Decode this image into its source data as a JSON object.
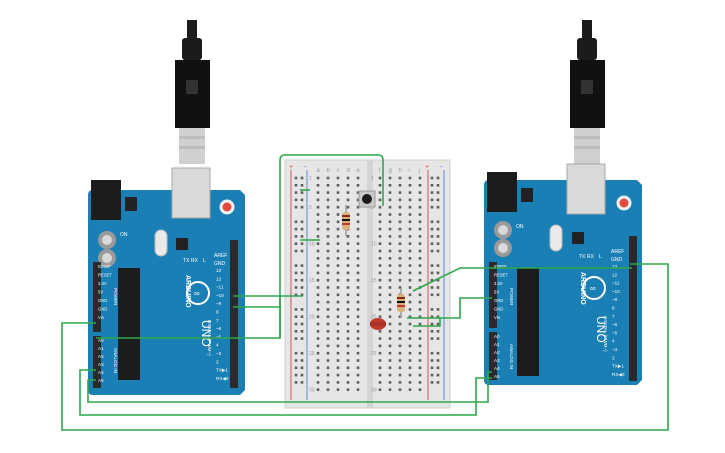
{
  "boards": [
    {
      "id": "left",
      "logo_text": "ARDUINO",
      "model_text": "UNO",
      "on_label": "ON",
      "tx_label": "TX",
      "rx_label": "RX",
      "l_label": "L",
      "aref_label": "AREF",
      "gnd_label": "GND",
      "digital_pins": [
        "13",
        "12",
        "~11",
        "~10",
        "~9",
        "8",
        "7",
        "~6",
        "~5",
        "4",
        "~3",
        "2",
        "TX▶1",
        "RX◀0"
      ],
      "digital_label": "DIGITAL (PWM~)",
      "power_pins": [
        "IOREF",
        "RESET",
        "3.3V",
        "5V",
        "GND",
        "GND",
        "Vin"
      ],
      "power_label": "POWER",
      "analog_pins": [
        "A0",
        "A1",
        "A2",
        "A3",
        "A4",
        "A5"
      ],
      "analog_label": "ANALOG IN"
    },
    {
      "id": "right",
      "logo_text": "ARDUINO",
      "model_text": "UNO",
      "on_label": "ON",
      "tx_label": "TX",
      "rx_label": "RX",
      "l_label": "L",
      "aref_label": "AREF",
      "gnd_label": "GND",
      "digital_pins": [
        "13",
        "12",
        "~11",
        "~10",
        "~9",
        "8",
        "7",
        "~6",
        "~5",
        "4",
        "~3",
        "2",
        "TX▶1",
        "RX◀0"
      ],
      "digital_label": "DIGITAL (PWM~)",
      "power_pins": [
        "IOREF",
        "RESET",
        "3.3V",
        "5V",
        "GND",
        "GND",
        "Vin"
      ],
      "power_label": "POWER",
      "analog_pins": [
        "A0",
        "A1",
        "A2",
        "A3",
        "A4",
        "A5"
      ],
      "analog_label": "ANALOG IN"
    }
  ],
  "breadboard": {
    "rail_plus": "+",
    "rail_minus": "−",
    "columns_left": [
      "a",
      "b",
      "c",
      "d",
      "e"
    ],
    "columns_right": [
      "f",
      "g",
      "h",
      "i",
      "j"
    ],
    "row_numbers": [
      "1",
      "5",
      "10",
      "15",
      "20",
      "25",
      "30"
    ]
  },
  "components": {
    "push_button": "push-button",
    "resistor_1": "resistor",
    "resistor_2": "resistor",
    "led": "red-led"
  },
  "colors": {
    "board": "#1a7fb5",
    "board_dark": "#136494",
    "header": "#2a2a2a",
    "wire": "#2ea84a",
    "breadboard": "#e6e6e6",
    "rail_red": "#d9534f",
    "rail_blue": "#5b8fd6",
    "led": "#c0392b",
    "usb_plug": "#1b1b1b",
    "usb_metal": "#cfcfcf"
  }
}
